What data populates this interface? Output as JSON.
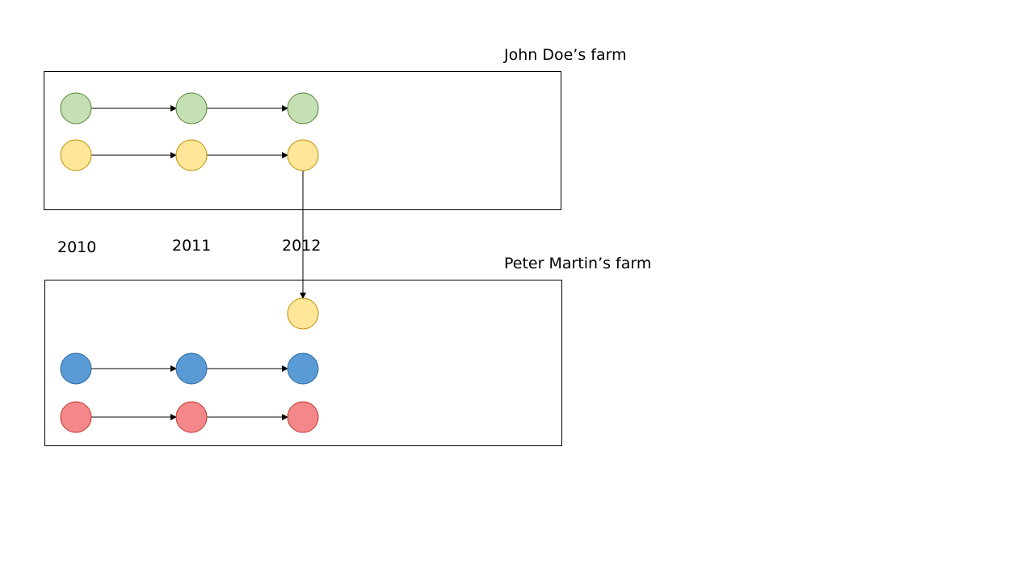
{
  "farms": [
    {
      "id": "john",
      "title": "John Doe’s farm"
    },
    {
      "id": "peter",
      "title": "Peter Martin’s farm"
    }
  ],
  "years": [
    "2010",
    "2011",
    "2012"
  ],
  "colors": {
    "green": {
      "fill": "#c5e0b4",
      "stroke": "#548235"
    },
    "yellow": {
      "fill": "#ffe699",
      "stroke": "#bf9000"
    },
    "blue": {
      "fill": "#5b9bd5",
      "stroke": "#2e6da4"
    },
    "red": {
      "fill": "#f4878a",
      "stroke": "#c0392b"
    },
    "line": "#000000"
  },
  "nodes": [
    {
      "id": "jd-green-2010",
      "farm": "john",
      "lineage": "green",
      "year": "2010"
    },
    {
      "id": "jd-green-2011",
      "farm": "john",
      "lineage": "green",
      "year": "2011"
    },
    {
      "id": "jd-green-2012",
      "farm": "john",
      "lineage": "green",
      "year": "2012"
    },
    {
      "id": "jd-yellow-2010",
      "farm": "john",
      "lineage": "yellow",
      "year": "2010"
    },
    {
      "id": "jd-yellow-2011",
      "farm": "john",
      "lineage": "yellow",
      "year": "2011"
    },
    {
      "id": "jd-yellow-2012",
      "farm": "john",
      "lineage": "yellow",
      "year": "2012"
    },
    {
      "id": "pm-yellow-2012",
      "farm": "peter",
      "lineage": "yellow",
      "year": "2012"
    },
    {
      "id": "pm-blue-2010",
      "farm": "peter",
      "lineage": "blue",
      "year": "2010"
    },
    {
      "id": "pm-blue-2011",
      "farm": "peter",
      "lineage": "blue",
      "year": "2011"
    },
    {
      "id": "pm-blue-2012",
      "farm": "peter",
      "lineage": "blue",
      "year": "2012"
    },
    {
      "id": "pm-red-2010",
      "farm": "peter",
      "lineage": "red",
      "year": "2010"
    },
    {
      "id": "pm-red-2011",
      "farm": "peter",
      "lineage": "red",
      "year": "2011"
    },
    {
      "id": "pm-red-2012",
      "farm": "peter",
      "lineage": "red",
      "year": "2012"
    }
  ],
  "edges": [
    {
      "from": "jd-green-2010",
      "to": "jd-green-2011"
    },
    {
      "from": "jd-green-2011",
      "to": "jd-green-2012"
    },
    {
      "from": "jd-yellow-2010",
      "to": "jd-yellow-2011"
    },
    {
      "from": "jd-yellow-2011",
      "to": "jd-yellow-2012"
    },
    {
      "from": "jd-yellow-2012",
      "to": "pm-yellow-2012"
    },
    {
      "from": "pm-blue-2010",
      "to": "pm-blue-2011"
    },
    {
      "from": "pm-blue-2011",
      "to": "pm-blue-2012"
    },
    {
      "from": "pm-red-2010",
      "to": "pm-red-2011"
    },
    {
      "from": "pm-red-2011",
      "to": "pm-red-2012"
    }
  ]
}
